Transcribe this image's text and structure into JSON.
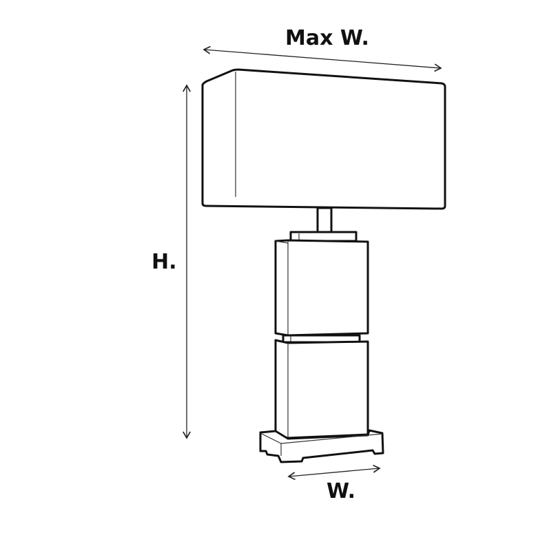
{
  "labels": {
    "max_width": "Max W.",
    "height": "H.",
    "width": "W."
  }
}
